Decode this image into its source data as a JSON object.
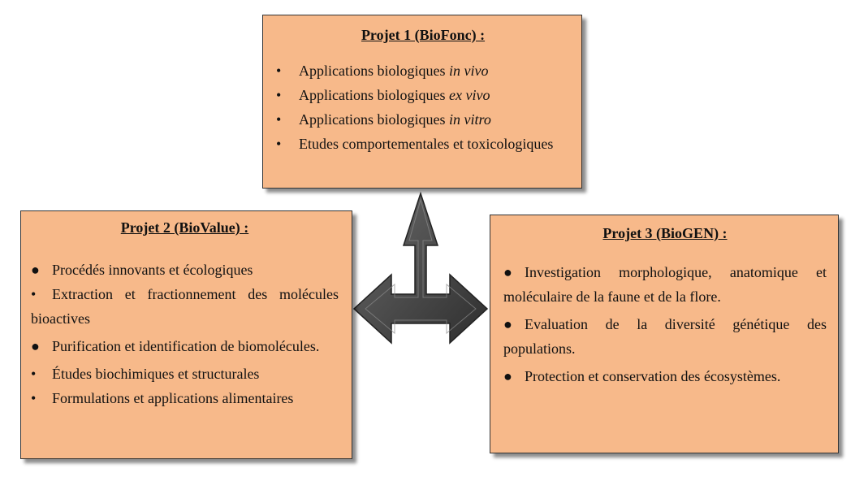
{
  "colors": {
    "box_fill": "#f7b98a",
    "box_border": "#333333",
    "arrow_fill": "#4a4a4a"
  },
  "project1": {
    "title": "Projet 1 (BioFonc) :",
    "items": [
      {
        "bullet": "•",
        "text": "Applications  biologiques  ",
        "em": "in vivo"
      },
      {
        "bullet": "•",
        "text": "Applications  biologiques  ",
        "em": "ex vivo"
      },
      {
        "bullet": "•",
        "text": "Applications  biologiques  ",
        "em": "in vitro"
      },
      {
        "bullet": "•",
        "text": "Etudes comportementales et toxicologiques",
        "em": ""
      }
    ]
  },
  "project2": {
    "title": "Projet 2 (BioValue) :",
    "items": [
      {
        "bullet": "●",
        "text": "Procédés innovants  et écologiques"
      },
      {
        "bullet": "•",
        "text": "Extraction et fractionnement des molécules bioactives"
      },
      {
        "bullet": "●",
        "text": "Purification et identification de biomolécules."
      },
      {
        "bullet": "•",
        "text": "Études biochimiques  et structurales"
      },
      {
        "bullet": "•",
        "text": "Formulations et applications alimentaires"
      }
    ]
  },
  "project3": {
    "title": "Projet 3 (BioGEN) :",
    "items": [
      {
        "bullet": "●",
        "text": "Investigation morphologique, anatomique et moléculaire  de la faune et de la flore."
      },
      {
        "bullet": "●",
        "text": "Evaluation de la diversité  génétique des populations."
      },
      {
        "bullet": "●",
        "text": "Protection et conservation des écosystèmes."
      }
    ]
  }
}
